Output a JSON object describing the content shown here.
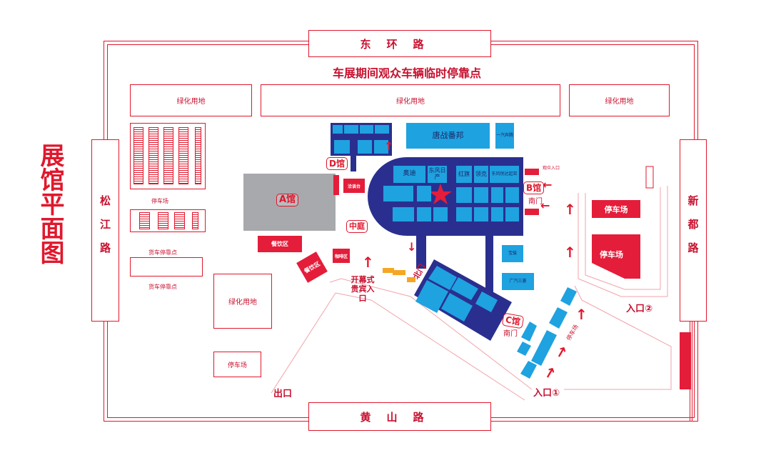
{
  "title": "展馆平面图",
  "subtitle": "车展期间观众车辆临时停靠点",
  "roads": {
    "north": "东环路",
    "south": "黄山路",
    "west": "松江路",
    "east": "新都路"
  },
  "greenery": [
    "绿化用地",
    "绿化用地",
    "绿化用地",
    "绿化用地"
  ],
  "parking": {
    "left": "停车场",
    "bottom_left": "停车场",
    "right_top": "停车场",
    "right_bottom": "停车场",
    "strip": "停车场"
  },
  "truck_stops": [
    "货车停靠点",
    "货车停靠点"
  ],
  "halls": {
    "a": "A馆",
    "b": "B馆",
    "c": "C馆",
    "d": "D馆"
  },
  "zones": {
    "atrium": "中庭",
    "dining1": "餐饮区",
    "dining2": "餐饮区",
    "cafe": "咖啡区",
    "rest": "洽谈台"
  },
  "gates": {
    "north": "北门",
    "south_b": "南门",
    "south_c": "南门",
    "vip": "开幕式贵宾入口",
    "exit": "出口",
    "entry1": "入口①",
    "entry2": "入口②",
    "audience": "观众入口"
  },
  "booths": {
    "top_block": "唐战番邦",
    "faw": "一汽奔腾",
    "b_hall": [
      "奥迪",
      "东风日产",
      "红旗",
      "领克",
      "东风悦达起亚"
    ],
    "c_side": [
      "宝骏",
      "广汽三菱"
    ]
  },
  "colors": {
    "accent": "#e0182d",
    "hall": "#2a2f8f",
    "booth": "#1fa2e0",
    "hall_a": "#a7a9ac"
  }
}
